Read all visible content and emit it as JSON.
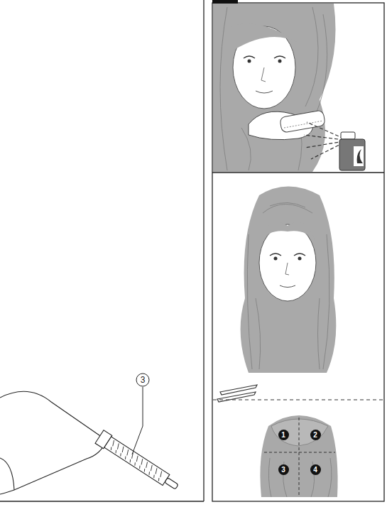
{
  "diagram": {
    "labels": [
      "3",
      "1",
      "2",
      "3",
      "4"
    ]
  }
}
